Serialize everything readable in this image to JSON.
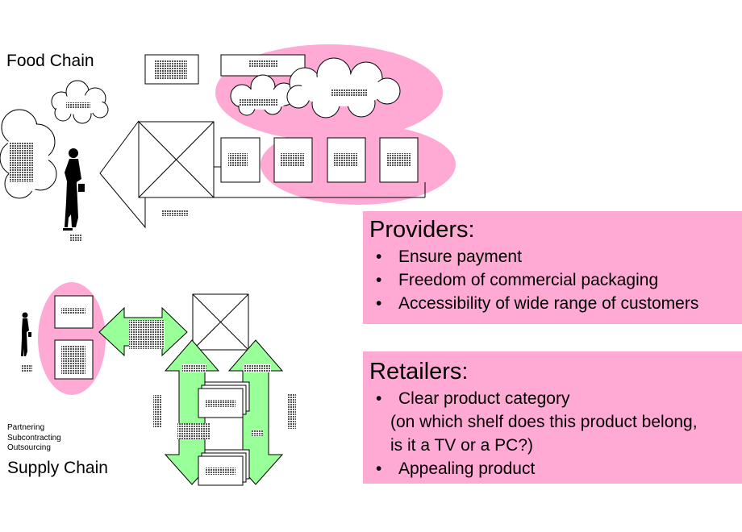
{
  "food_chain": {
    "label": "Food Chain"
  },
  "supply_chain": {
    "label": "Supply Chain",
    "relations": [
      "Partnering",
      "Subcontracting",
      "Outsourcing"
    ]
  },
  "providers": {
    "title": "Providers:",
    "items": [
      "Ensure payment",
      "Freedom of commercial packaging",
      "Accessibility of wide range of customers"
    ]
  },
  "retailers": {
    "title": "Retailers:",
    "items": [
      "Clear product category",
      "(on which shelf does this product belong,",
      "is it a TV or a PC?)",
      "Appealing product"
    ]
  },
  "colors": {
    "pink": "#ffaad4",
    "green": "#99ff99",
    "redacted": "#9a9a9a"
  },
  "icons": [
    "person-silhouette-icon",
    "cloud-icon",
    "crossed-box-icon",
    "double-arrow-icon",
    "stacked-documents-icon"
  ]
}
